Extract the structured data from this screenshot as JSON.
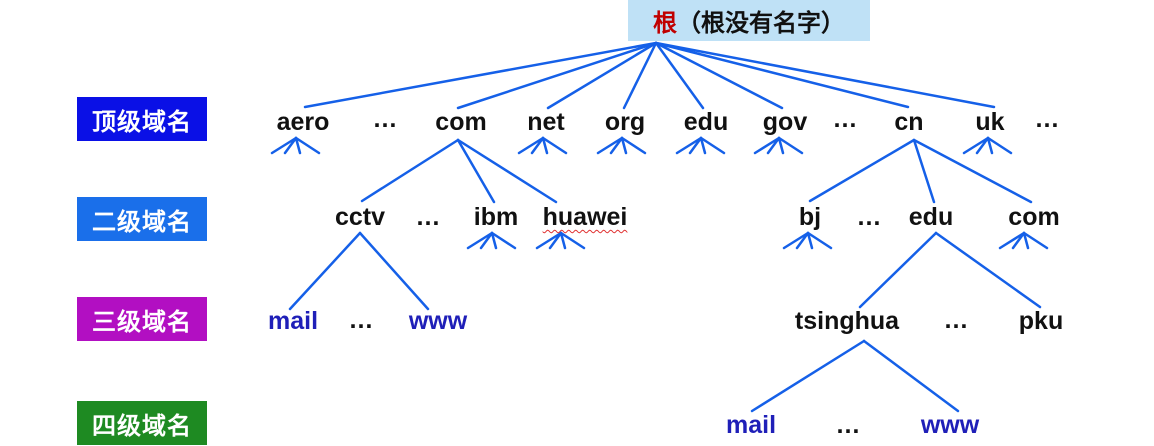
{
  "root": {
    "main": "根",
    "note": "（根没有名字）"
  },
  "levels": [
    {
      "label": "顶级域名",
      "color": "#0a10e6"
    },
    {
      "label": "二级域名",
      "color": "#1a6fea"
    },
    {
      "label": "三级域名",
      "color": "#b20fc2"
    },
    {
      "label": "四级域名",
      "color": "#1e8a22"
    }
  ],
  "nodes": {
    "aero": "aero",
    "ellipsis": "…",
    "com": "com",
    "net": "net",
    "org": "org",
    "edu": "edu",
    "gov": "gov",
    "cn": "cn",
    "uk": "uk",
    "cctv": "cctv",
    "ibm": "ibm",
    "huawei": "huawei",
    "bj": "bj",
    "cn_edu": "edu",
    "cn_com": "com",
    "mail": "mail",
    "www": "www",
    "tsinghua": "tsinghua",
    "pku": "pku"
  },
  "colors": {
    "line": "#1560e8",
    "root_bg": "#bfe1f6",
    "root_text": "#c00000",
    "domain_blue": "#1f1fb8"
  }
}
